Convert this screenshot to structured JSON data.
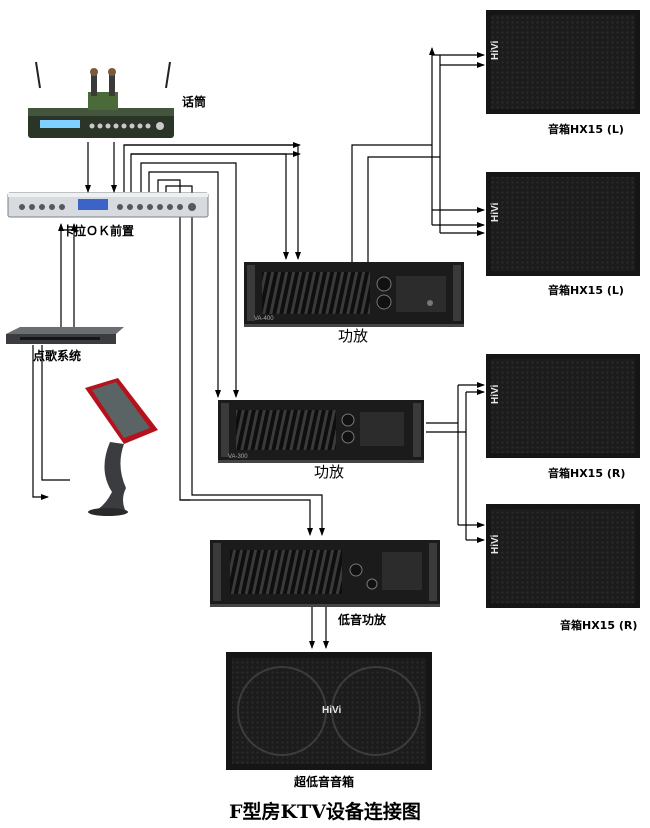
{
  "title": "F型房KTV设备连接图",
  "brand": "HiVi",
  "amp_model_1": "VA-400",
  "amp_model_2": "VA-300",
  "labels": {
    "microphone": "话筒",
    "karaoke_preamp": "卡拉ＯＫ前置",
    "song_system": "点歌系统",
    "amp1": "功放",
    "amp2": "功放",
    "bass_amp": "低音功放",
    "subwoofer": "超低音音箱",
    "speaker1": "音箱HX15 (L)",
    "speaker2": "音箱HX15 (L)",
    "speaker3": "音箱HX15 (R)",
    "speaker4": "音箱HX15 (R)"
  },
  "colors": {
    "device_dark": "#1b1b1b",
    "device_panel": "#2c2c2c",
    "preamp_silver": "#d7dbe0",
    "screen_blue": "#3b63c8",
    "mic_green": "#4a6a3a",
    "kiosk_red": "#b6121e",
    "line": "#000000"
  }
}
